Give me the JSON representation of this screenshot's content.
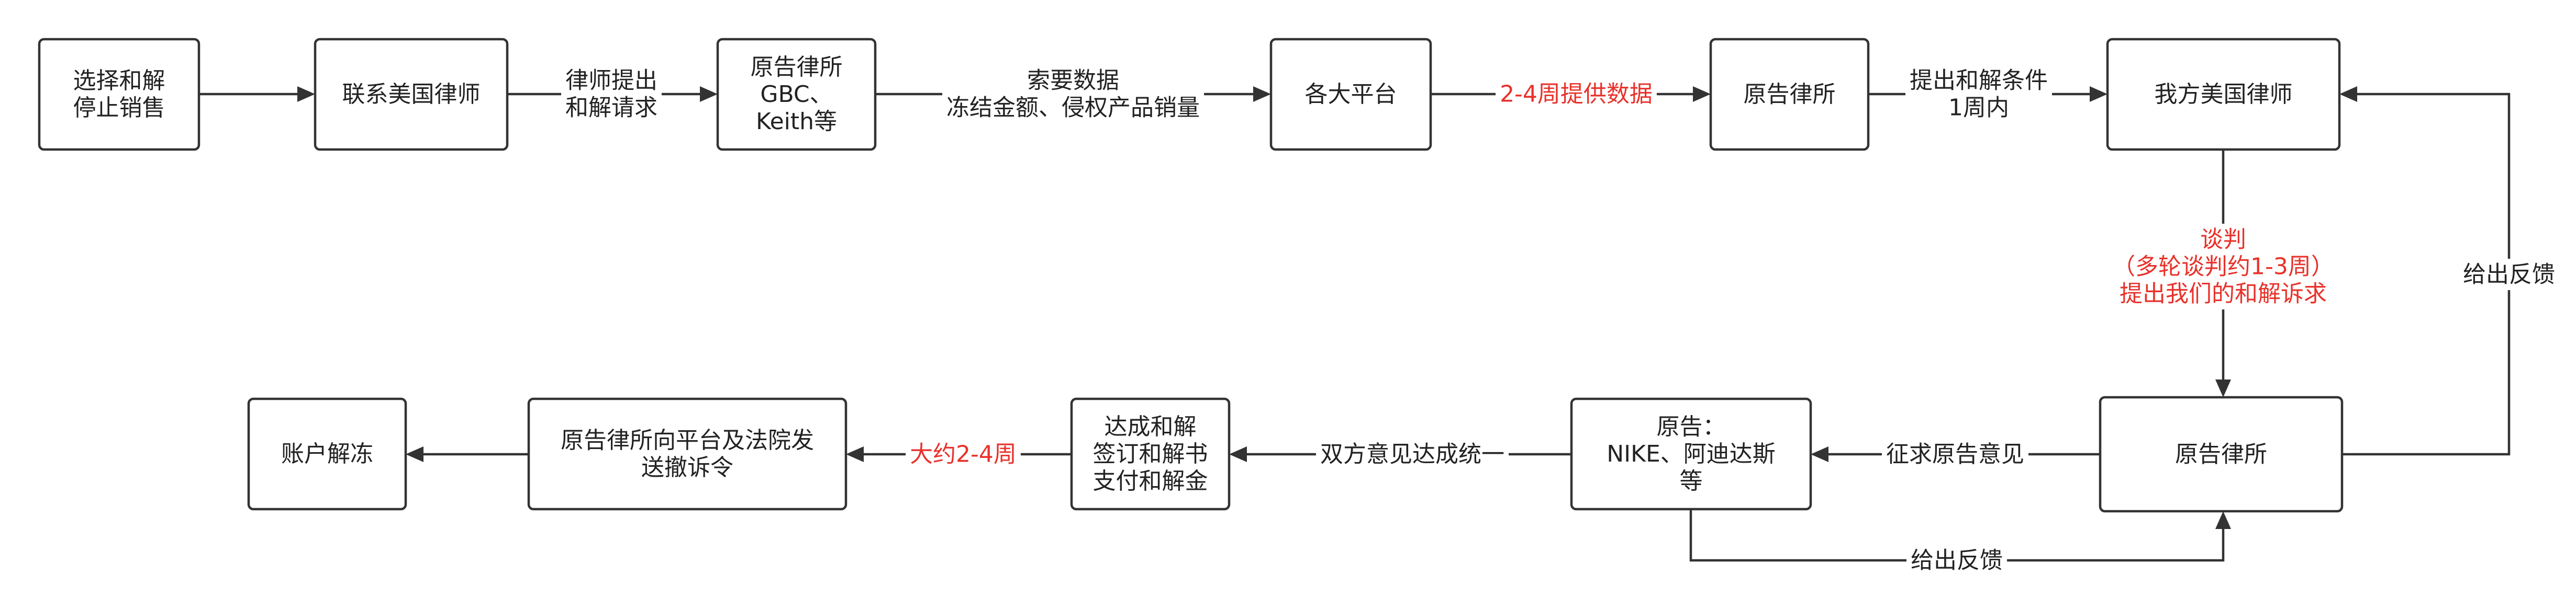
{
  "colors": {
    "text": "#222222",
    "line": "#333333",
    "highlight": "#e8322b",
    "background": "#ffffff"
  },
  "nodes": {
    "n1": {
      "lines": [
        "选择和解",
        "停止销售"
      ]
    },
    "n2": {
      "lines": [
        "联系美国律师"
      ]
    },
    "n3": {
      "lines": [
        "原告律所",
        "GBC、",
        "Keith等"
      ]
    },
    "n4": {
      "lines": [
        "各大平台"
      ]
    },
    "n5": {
      "lines": [
        "原告律所"
      ]
    },
    "n6": {
      "lines": [
        "我方美国律师"
      ]
    },
    "n7": {
      "lines": [
        "原告律所"
      ]
    },
    "n8": {
      "lines": [
        "原告：",
        "NIKE、阿迪达斯",
        "等"
      ]
    },
    "n9": {
      "lines": [
        "达成和解",
        "签订和解书",
        "支付和解金"
      ]
    },
    "n10": {
      "lines": [
        "原告律所向平台及法院发",
        "送撤诉令"
      ]
    },
    "n11": {
      "lines": [
        "账户解冻"
      ]
    }
  },
  "edges": {
    "e1": {
      "lines": []
    },
    "e2": {
      "lines": [
        "律师提出",
        "和解请求"
      ]
    },
    "e3": {
      "lines": [
        "索要数据",
        "冻结金额、侵权产品销量"
      ]
    },
    "e4": {
      "lines": [
        "2-4周提供数据"
      ],
      "highlight": true
    },
    "e5": {
      "lines": [
        "提出和解条件",
        "1周内"
      ]
    },
    "e6": {
      "lines": [
        "谈判",
        "（多轮谈判约1-3周）",
        "提出我们的和解诉求"
      ],
      "highlight": true
    },
    "e7": {
      "lines": [
        "给出反馈"
      ]
    },
    "e8": {
      "lines": [
        "征求原告意见"
      ]
    },
    "e9": {
      "lines": [
        "给出反馈"
      ]
    },
    "e10": {
      "lines": [
        "双方意见达成统一"
      ]
    },
    "e11": {
      "lines": [
        "大约2-4周"
      ],
      "highlight": true
    },
    "e12": {
      "lines": []
    }
  }
}
